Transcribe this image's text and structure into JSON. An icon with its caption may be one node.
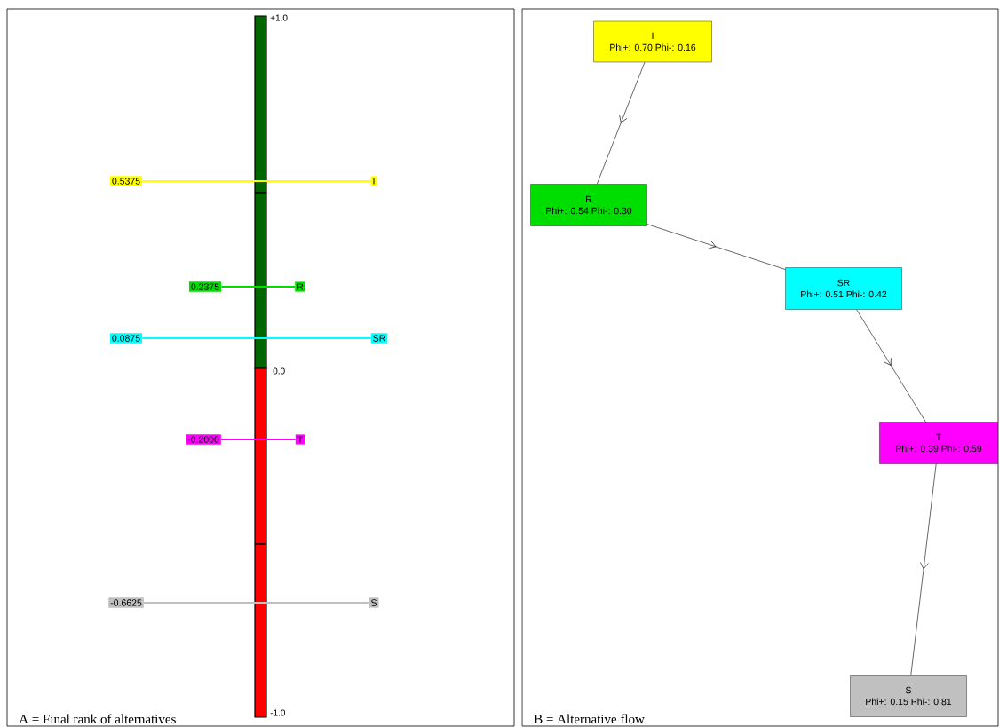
{
  "diagram": {
    "nodes": [
      {
        "text": [
          "A = Final rank of alternatives"
        ]
      },
      {
        "text": [
          "0.5375"
        ],
        "in": 0
      },
      {
        "text": [
          "I"
        ],
        "in": 0
      },
      {
        "text": [
          "0.2375"
        ],
        "in": 0
      },
      {
        "text": [
          "R"
        ],
        "in": 0
      },
      {
        "text": [
          "0.0875"
        ],
        "in": 0
      },
      {
        "text": [
          "SR"
        ],
        "in": 0
      },
      {
        "text": [
          "-0.2000"
        ],
        "in": 0
      },
      {
        "text": [
          "T"
        ],
        "in": 0
      },
      {
        "text": [
          "-0.6625"
        ],
        "in": 0
      },
      {
        "text": [
          "S"
        ],
        "in": 0
      },
      {
        "text": [
          "B = Alternative flow"
        ]
      },
      {
        "text": [
          "I",
          "Phi+: 0.70 Phi-: 0.16"
        ],
        "in": 11
      },
      {
        "text": [
          "R",
          "Phi+: 0.54 Phi-: 0.30"
        ],
        "in": 11
      },
      {
        "text": [
          "SR",
          "Phi+: 0.51 Phi-: 0.42"
        ],
        "in": 11
      },
      {
        "text": [
          "T",
          "Phi+: 0.39 Phi-: 0.59"
        ],
        "in": 11
      },
      {
        "text": [
          "S",
          "Phi+: 0.15 Phi-: 0.81"
        ],
        "in": 11
      }
    ],
    "edges": [
      {
        "from": 1,
        "to": 2,
        "arrow": "none",
        "color": "#ffff00"
      },
      {
        "from": 3,
        "to": 4,
        "arrow": "none",
        "color": "#00dd00"
      },
      {
        "from": 5,
        "to": 6,
        "arrow": "none",
        "color": "#00ffff"
      },
      {
        "from": 7,
        "to": 8,
        "arrow": "none",
        "color": "#ff00ff"
      },
      {
        "from": 9,
        "to": 10,
        "arrow": "none",
        "color": "#c0c0c0"
      },
      {
        "from": 12,
        "to": 13,
        "arrow": "to"
      },
      {
        "from": 13,
        "to": 14,
        "arrow": "to"
      },
      {
        "from": 14,
        "to": 15,
        "arrow": "to"
      },
      {
        "from": 15,
        "to": 16,
        "arrow": "to"
      }
    ],
    "labels": [
      "+1.0",
      "0.0",
      "-1.0"
    ]
  }
}
